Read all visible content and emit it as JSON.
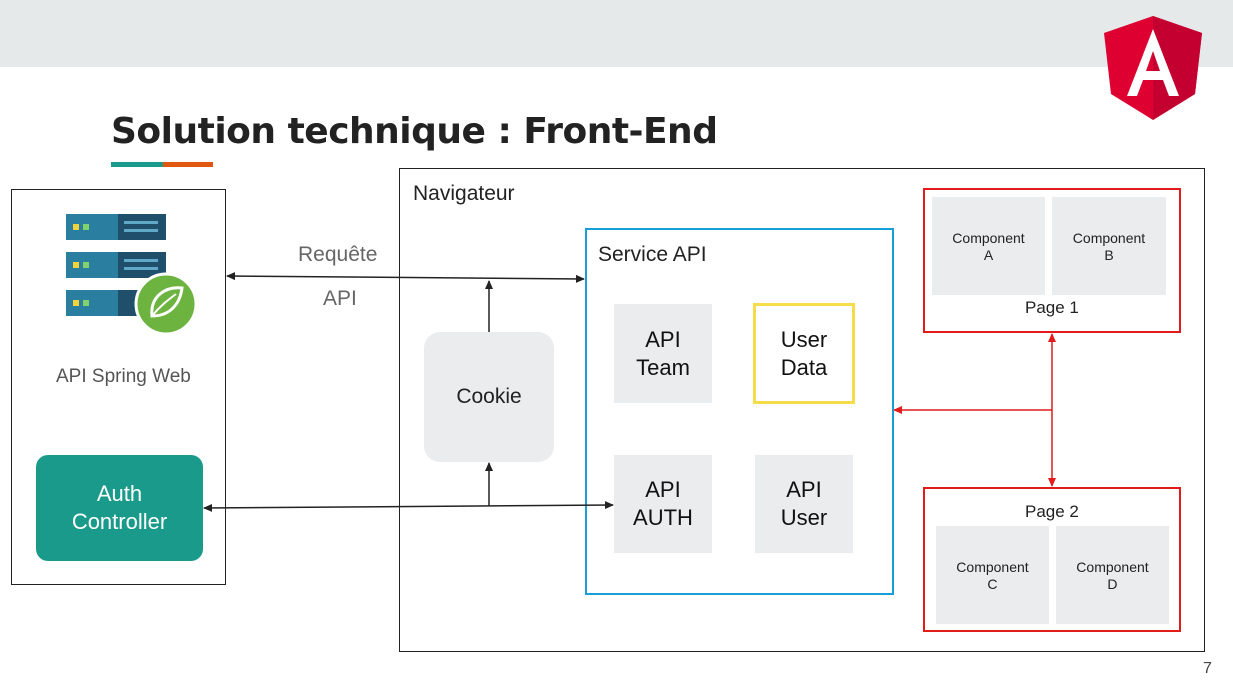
{
  "slide": {
    "title": "Solution technique : Front-End",
    "page_number": "7",
    "accent_colors": {
      "teal": "#1a9a8a",
      "orange": "#e0570f",
      "angular_red": "#dd0031",
      "page_border": "#e21b1b",
      "service_border": "#1a9ed8",
      "user_data_border": "#f5dc4a"
    }
  },
  "diagram": {
    "server": {
      "label": "API Spring Web",
      "icon": "server-rack-with-spring-leaf-icon",
      "auth_controller": "Auth\nController"
    },
    "request_label": {
      "line1": "Requête",
      "line2": "API"
    },
    "browser": {
      "label": "Navigateur",
      "cookie": "Cookie",
      "service_api": {
        "label": "Service API",
        "tiles": {
          "api_team": "API\nTeam",
          "user_data": "User\nData",
          "api_auth": "API\nAUTH",
          "api_user": "API\nUser"
        }
      },
      "page1": {
        "label": "Page 1",
        "components": [
          "Component\nA",
          "Component\nB"
        ]
      },
      "page2": {
        "label": "Page 2",
        "components": [
          "Component\nC",
          "Component\nD"
        ]
      }
    }
  },
  "logo": {
    "icon": "angular-logo-icon",
    "letter": "A"
  }
}
